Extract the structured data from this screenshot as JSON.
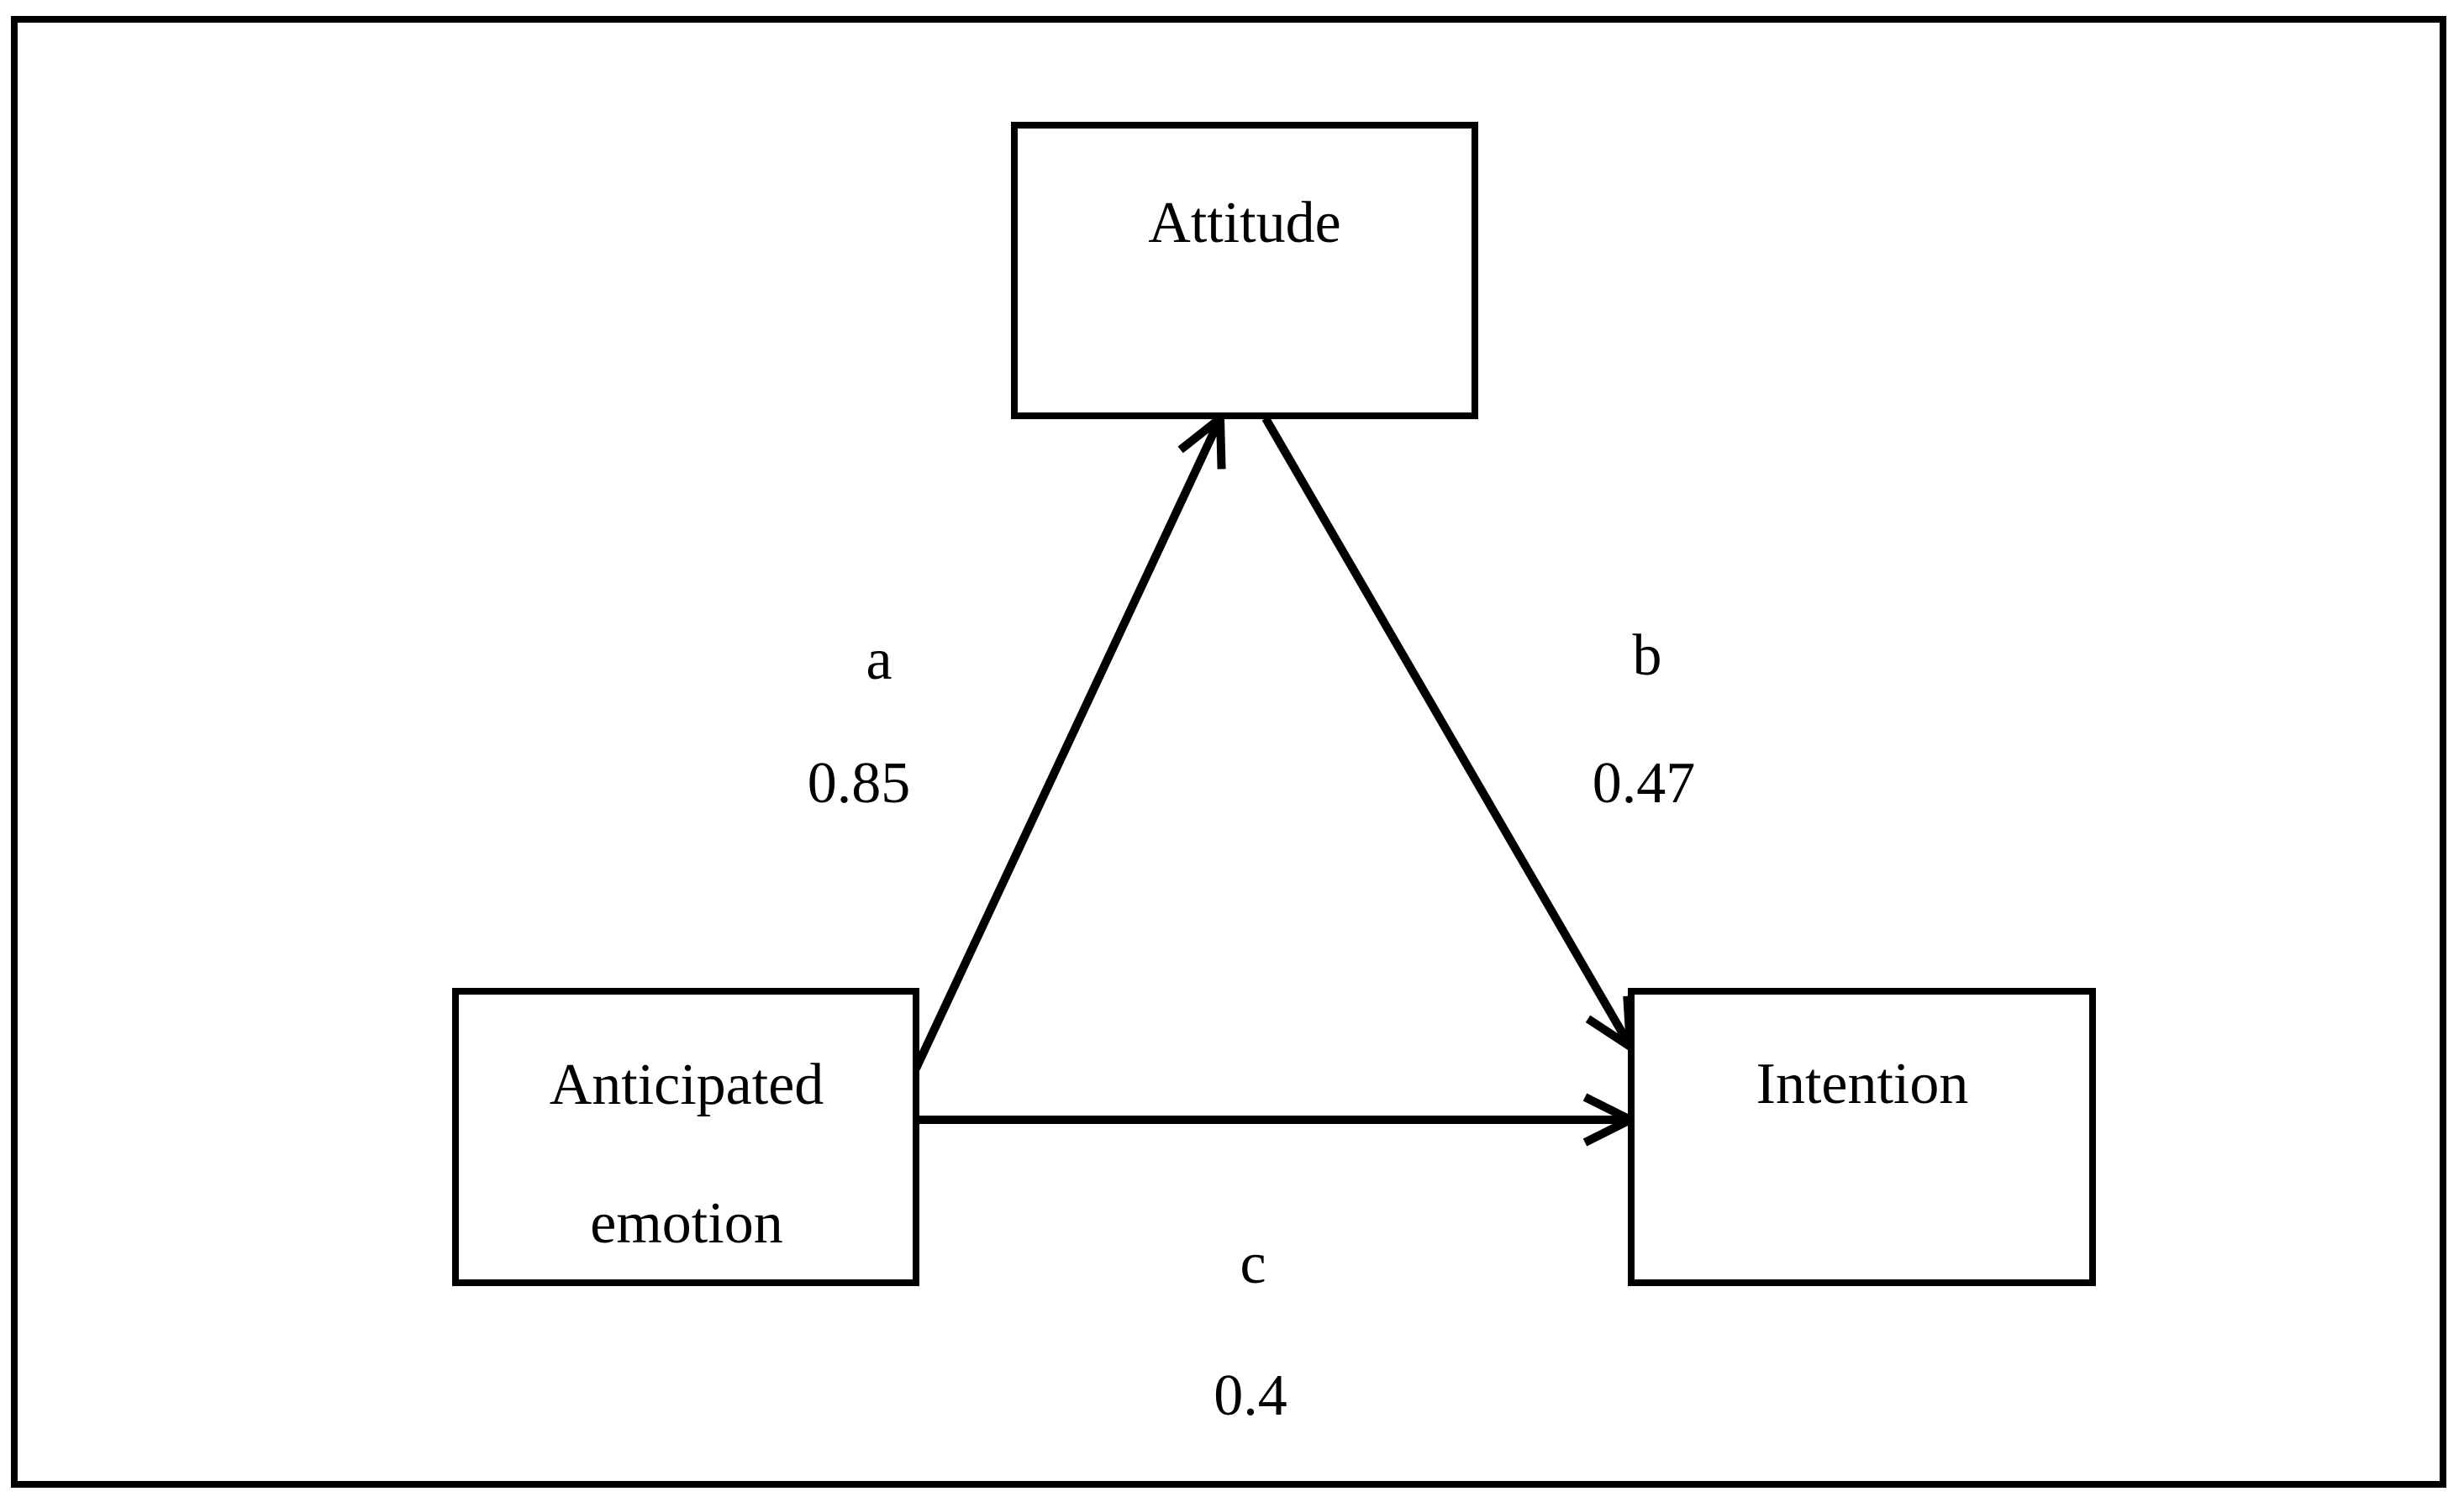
{
  "diagram": {
    "type": "mediation-path-model",
    "nodes": {
      "attitude": {
        "label": "Attitude"
      },
      "anticipated_emotion": {
        "label_line1": "Anticipated",
        "label_line2": "emotion"
      },
      "intention": {
        "label": "Intention"
      }
    },
    "paths": {
      "a": {
        "label": "a",
        "coefficient": "0.85",
        "from": "Anticipated emotion",
        "to": "Attitude"
      },
      "b": {
        "label": "b",
        "coefficient": "0.47",
        "from": "Attitude",
        "to": "Intention"
      },
      "c": {
        "label": "c",
        "coefficient": "0.4",
        "from": "Anticipated emotion",
        "to": "Intention"
      }
    },
    "colors": {
      "line": "#000000",
      "background": "#ffffff"
    }
  }
}
